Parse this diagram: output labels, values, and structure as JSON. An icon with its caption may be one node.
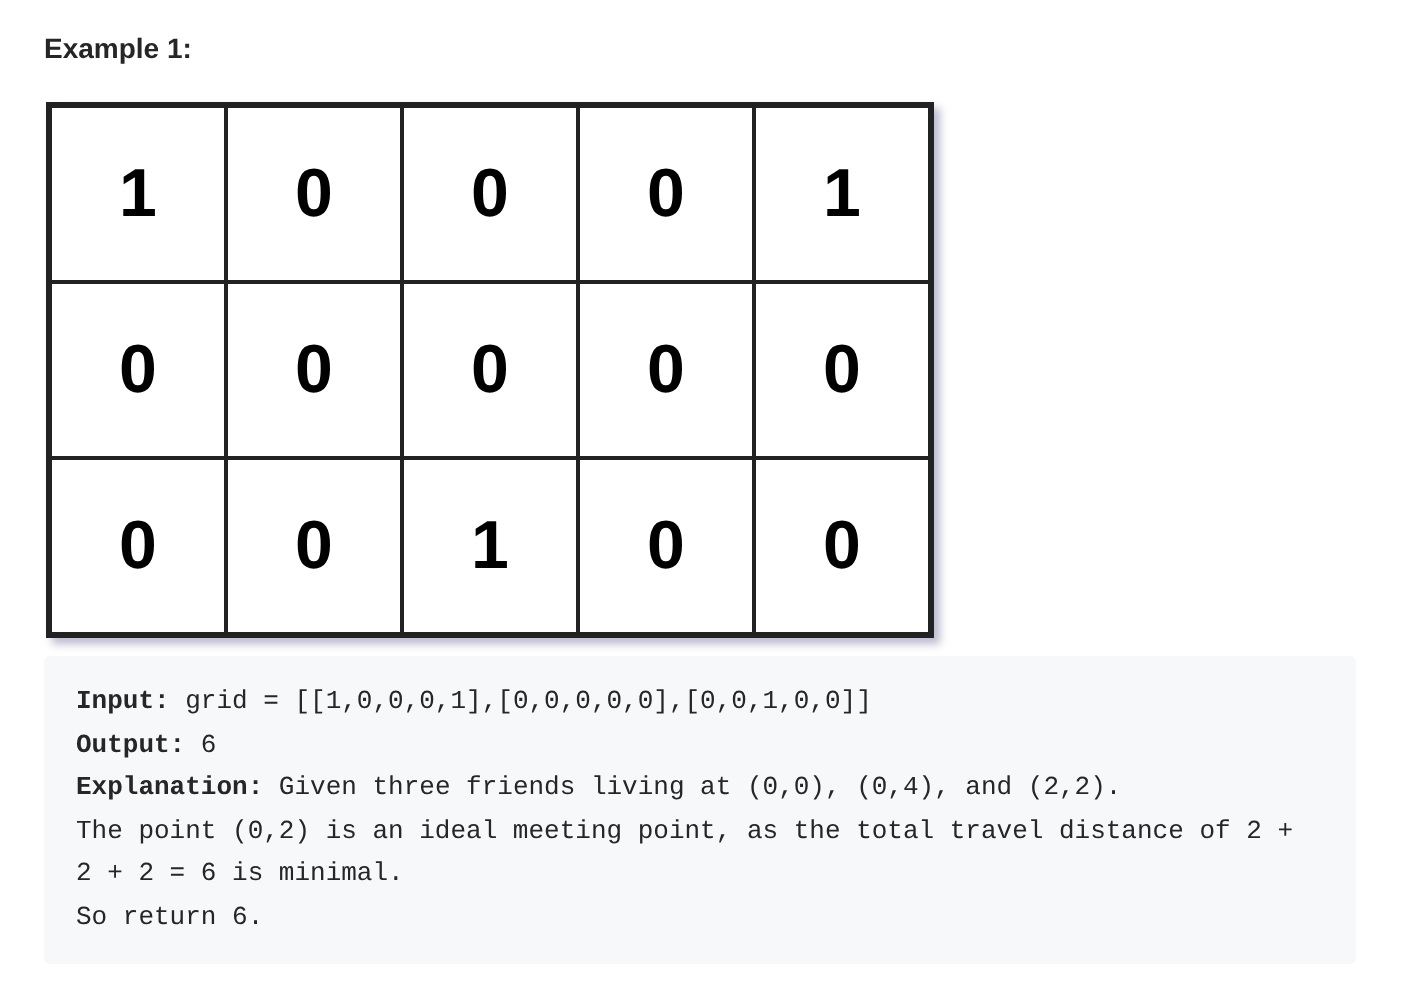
{
  "diagram": {
    "title": "Example 1:",
    "nodes": [
      {
        "text": [
          "1"
        ]
      },
      {
        "text": [
          "0"
        ]
      },
      {
        "text": [
          "0"
        ]
      },
      {
        "text": [
          "0"
        ]
      },
      {
        "text": [
          "1"
        ]
      },
      {
        "text": [
          "0"
        ]
      },
      {
        "text": [
          "0"
        ]
      },
      {
        "text": [
          "0"
        ]
      },
      {
        "text": [
          "0"
        ]
      },
      {
        "text": [
          "0"
        ]
      },
      {
        "text": [
          "0"
        ]
      },
      {
        "text": [
          "0"
        ]
      },
      {
        "text": [
          "1"
        ]
      },
      {
        "text": [
          "0"
        ]
      },
      {
        "text": [
          "0"
        ]
      }
    ],
    "labels": [
      "**Input:** grid = [[1,0,0,0,1],[0,0,0,0,0],[0,0,1,0,0]]",
      "**Output:** 6",
      "**Explanation:** Given three friends living at (0,0), (0,4), and (2,2).",
      "The point (0,2) is an ideal meeting point, as the total travel distance of 2 + 2 + 2 = 6 is minimal.",
      "So return 6."
    ]
  }
}
